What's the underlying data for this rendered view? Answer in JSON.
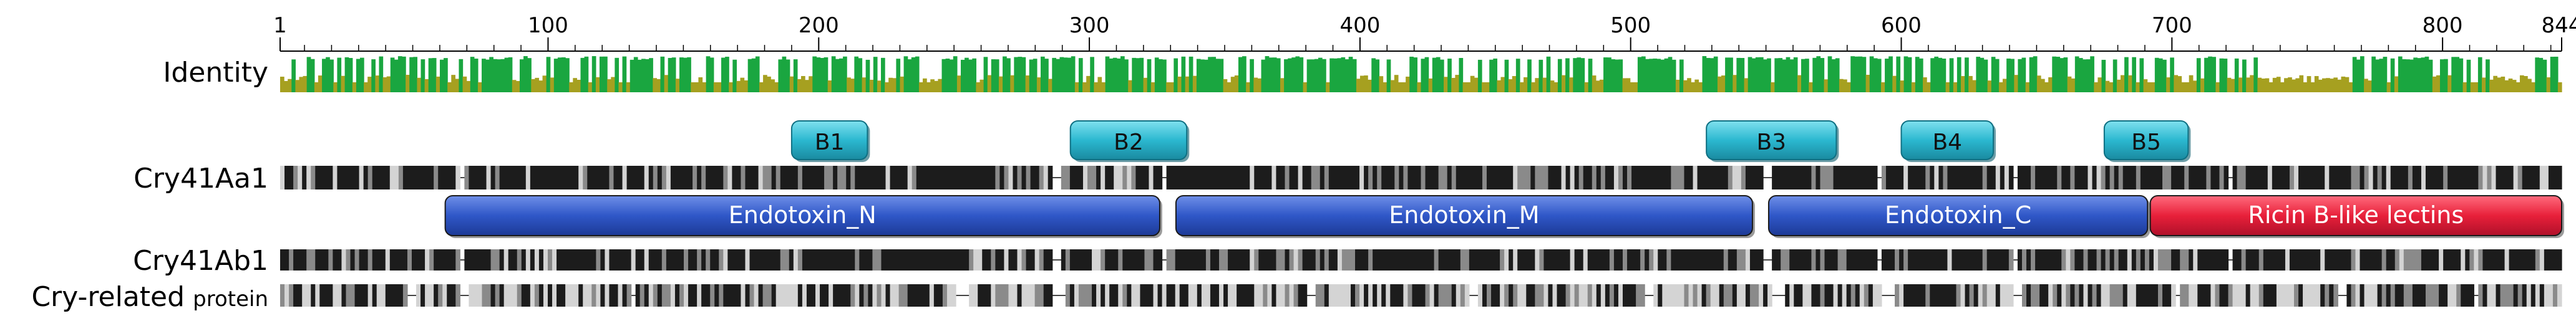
{
  "ruler": {
    "length": 844,
    "ticks": [
      {
        "pos": 1,
        "label": "1"
      },
      {
        "pos": 100,
        "label": "100"
      },
      {
        "pos": 200,
        "label": "200"
      },
      {
        "pos": 300,
        "label": "300"
      },
      {
        "pos": 400,
        "label": "400"
      },
      {
        "pos": 500,
        "label": "500"
      },
      {
        "pos": 600,
        "label": "600"
      },
      {
        "pos": 700,
        "label": "700"
      },
      {
        "pos": 800,
        "label": "800"
      },
      {
        "pos": 844,
        "label": "844"
      }
    ]
  },
  "rows": {
    "identity_label": "Identity",
    "seq1_label": "Cry41Aa1",
    "seq2_label": "Cry41Ab1",
    "seq3_label_main": "Cry-related",
    "seq3_label_small": "protein"
  },
  "blocks": [
    {
      "label": "B1",
      "start": 190,
      "end": 218
    },
    {
      "label": "B2",
      "start": 293,
      "end": 336
    },
    {
      "label": "B3",
      "start": 528,
      "end": 576
    },
    {
      "label": "B4",
      "start": 600,
      "end": 634
    },
    {
      "label": "B5",
      "start": 675,
      "end": 706
    }
  ],
  "domains": [
    {
      "label": "Endotoxin_N",
      "start": 62,
      "end": 326,
      "color": "#2f57c8"
    },
    {
      "label": "Endotoxin_M",
      "start": 332,
      "end": 545,
      "color": "#2f57c8"
    },
    {
      "label": "Endotoxin_C",
      "start": 551,
      "end": 691,
      "color": "#2f57c8"
    },
    {
      "label": "Ricin B-like lectins",
      "start": 692,
      "end": 844,
      "color": "#e8203a"
    }
  ],
  "colors": {
    "identity_high": "#1aa640",
    "identity_mid": "#a6a020",
    "block_fill": "#2bb8d0",
    "seq_dark": "#1c1c1c",
    "seq_mid": "#8a8a8a",
    "seq_light": "#d4d4d4"
  }
}
